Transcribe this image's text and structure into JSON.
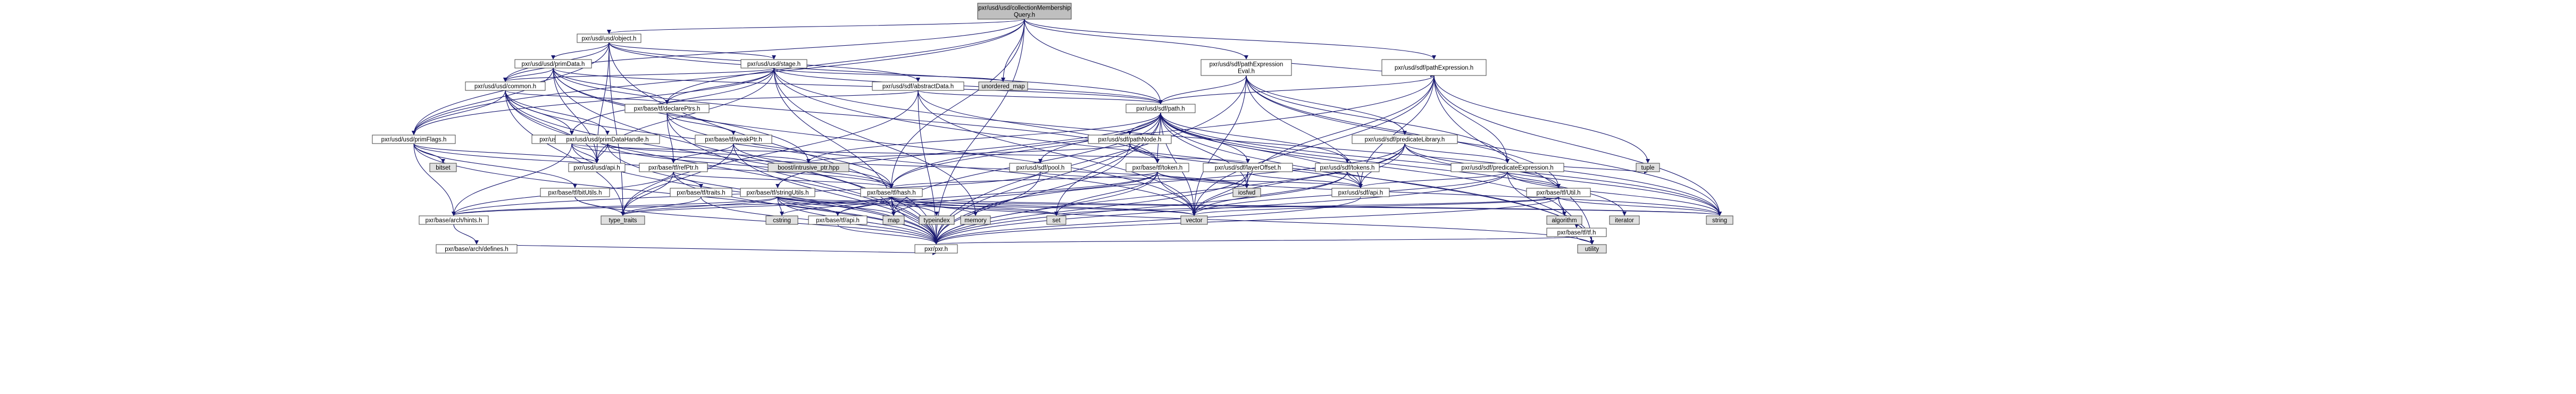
{
  "graph": {
    "colors": {
      "edge": "#191970",
      "root_fill": "#bfbfbf",
      "node_fill": "#ffffff",
      "system_fill": "#e0e0e0",
      "link_text": "#000000",
      "border": "#404040",
      "red_border": "#ff0000"
    },
    "nodes": [
      {
        "id": "root",
        "label": [
          "pxr/usd/usd/collectionMembership",
          "Query.h"
        ],
        "kind": "root"
      },
      {
        "id": "usd_object",
        "label": [
          "pxr/usd/usd/object.h"
        ],
        "kind": "normal"
      },
      {
        "id": "usd_primData",
        "label": [
          "pxr/usd/usd/primData.h"
        ],
        "kind": "red"
      },
      {
        "id": "usd_stage",
        "label": [
          "pxr/usd/usd/stage.h"
        ],
        "kind": "red"
      },
      {
        "id": "sdf_pathExprEval",
        "label": [
          "pxr/usd/sdf/pathExpression",
          "Eval.h"
        ],
        "kind": "red"
      },
      {
        "id": "sdf_pathExpr",
        "label": [
          "pxr/usd/sdf/pathExpression.h"
        ],
        "kind": "normal"
      },
      {
        "id": "usd_common",
        "label": [
          "pxr/usd/usd/common.h"
        ],
        "kind": "normal"
      },
      {
        "id": "sdf_abstractData",
        "label": [
          "pxr/usd/sdf/abstractData.h"
        ],
        "kind": "red"
      },
      {
        "id": "unordered_map",
        "label": [
          "unordered_map"
        ],
        "kind": "system"
      },
      {
        "id": "sdf_path",
        "label": [
          "pxr/usd/sdf/path.h"
        ],
        "kind": "normal"
      },
      {
        "id": "sdf_declarePtrs",
        "label": [
          "pxr/base/tf/declarePtrs.h"
        ],
        "kind": "normal"
      },
      {
        "id": "usd_primFlags",
        "label": [
          "pxr/usd/usd/primFlags.h"
        ],
        "kind": "normal"
      },
      {
        "id": "usd_timeCode",
        "label": [
          "pxr/usd/usd/timeCode.h"
        ],
        "kind": "red"
      },
      {
        "id": "usd_primDataHandle",
        "label": [
          "pxr/usd/usd/primDataHandle.h"
        ],
        "kind": "normal"
      },
      {
        "id": "tf_weakPtr",
        "label": [
          "pxr/base/tf/weakPtr.h"
        ],
        "kind": "red"
      },
      {
        "id": "sdf_pathNode",
        "label": [
          "pxr/usd/sdf/pathNode.h"
        ],
        "kind": "red"
      },
      {
        "id": "sdf_predicateLib",
        "label": [
          "pxr/usd/sdf/predicateLibrary.h"
        ],
        "kind": "red"
      },
      {
        "id": "bitset",
        "label": [
          "bitset"
        ],
        "kind": "system"
      },
      {
        "id": "usd_api",
        "label": [
          "pxr/usd/usd/api.h"
        ],
        "kind": "normal"
      },
      {
        "id": "boost_intrusive",
        "label": [
          "boost/intrusive_ptr.hpp"
        ],
        "kind": "system"
      },
      {
        "id": "tf_refPtr",
        "label": [
          "pxr/base/tf/refPtr.h"
        ],
        "kind": "red"
      },
      {
        "id": "sdf_pool",
        "label": [
          "pxr/usd/sdf/pool.h"
        ],
        "kind": "red"
      },
      {
        "id": "tf_token",
        "label": [
          "pxr/base/tf/token.h"
        ],
        "kind": "red"
      },
      {
        "id": "sdf_layerOffset",
        "label": [
          "pxr/usd/sdf/layerOffset.h"
        ],
        "kind": "normal"
      },
      {
        "id": "sdf_tokens",
        "label": [
          "pxr/usd/sdf/tokens.h"
        ],
        "kind": "red"
      },
      {
        "id": "sdf_predicateExpr",
        "label": [
          "pxr/usd/sdf/predicateExpression.h"
        ],
        "kind": "red"
      },
      {
        "id": "tf_bitUtils",
        "label": [
          "pxr/base/tf/bitUtils.h"
        ],
        "kind": "red"
      },
      {
        "id": "tf_traits",
        "label": [
          "pxr/base/tf/traits.h"
        ],
        "kind": "red"
      },
      {
        "id": "tf_stringUtils",
        "label": [
          "pxr/base/tf/stringUtils.h"
        ],
        "kind": "red"
      },
      {
        "id": "tf_hash",
        "label": [
          "pxr/base/tf/hash.h"
        ],
        "kind": "normal"
      },
      {
        "id": "iosfwd",
        "label": [
          "iosfwd"
        ],
        "kind": "system"
      },
      {
        "id": "sdf_api",
        "label": [
          "pxr/usd/sdf/api.h"
        ],
        "kind": "normal"
      },
      {
        "id": "tuple",
        "label": [
          "tuple"
        ],
        "kind": "system"
      },
      {
        "id": "tf_tf",
        "label": [
          "pxr/base/tf/Util.h"
        ],
        "kind": "red"
      },
      {
        "id": "arch_hints",
        "label": [
          "pxr/base/arch/hints.h"
        ],
        "kind": "normal"
      },
      {
        "id": "type_traits",
        "label": [
          "type_traits"
        ],
        "kind": "system"
      },
      {
        "id": "cstring",
        "label": [
          "cstring"
        ],
        "kind": "system"
      },
      {
        "id": "tf_tfh",
        "label": [
          "pxr/base/tf/api.h"
        ],
        "kind": "red"
      },
      {
        "id": "map",
        "label": [
          "map"
        ],
        "kind": "system"
      },
      {
        "id": "typeindex",
        "label": [
          "typeindex"
        ],
        "kind": "system"
      },
      {
        "id": "memory",
        "label": [
          "memory"
        ],
        "kind": "system"
      },
      {
        "id": "set",
        "label": [
          "set"
        ],
        "kind": "system"
      },
      {
        "id": "vector",
        "label": [
          "vector"
        ],
        "kind": "system"
      },
      {
        "id": "algorithm",
        "label": [
          "algorithm"
        ],
        "kind": "system"
      },
      {
        "id": "iterator",
        "label": [
          "iterator"
        ],
        "kind": "system"
      },
      {
        "id": "tf_tfdot",
        "label": [
          "pxr/base/tf/tf.h"
        ],
        "kind": "red"
      },
      {
        "id": "string",
        "label": [
          "string"
        ],
        "kind": "system"
      },
      {
        "id": "arch_defines",
        "label": [
          "pxr/base/arch/defines.h"
        ],
        "kind": "normal"
      },
      {
        "id": "pxr_h",
        "label": [
          "pxr/pxr.h"
        ],
        "kind": "normal"
      },
      {
        "id": "utility",
        "label": [
          "utility"
        ],
        "kind": "system"
      }
    ],
    "edges": [
      [
        "root",
        "usd_object"
      ],
      [
        "root",
        "sdf_pathExprEval"
      ],
      [
        "root",
        "sdf_pathExpr"
      ],
      [
        "root",
        "usd_common"
      ],
      [
        "root",
        "sdf_path"
      ],
      [
        "root",
        "unordered_map"
      ],
      [
        "root",
        "pxr_h"
      ],
      [
        "root",
        "sdf_declarePtrs"
      ],
      [
        "root",
        "usd_primFlags"
      ],
      [
        "root",
        "tf_hash"
      ],
      [
        "usd_object",
        "usd_primData"
      ],
      [
        "usd_object",
        "usd_stage"
      ],
      [
        "usd_object",
        "usd_common"
      ],
      [
        "usd_object",
        "sdf_abstractData"
      ],
      [
        "usd_object",
        "sdf_path"
      ],
      [
        "usd_object",
        "usd_api"
      ],
      [
        "usd_object",
        "pxr_h"
      ],
      [
        "usd_object",
        "type_traits"
      ],
      [
        "usd_object",
        "usd_primFlags"
      ],
      [
        "usd_primData",
        "usd_common"
      ],
      [
        "usd_primData",
        "sdf_path"
      ],
      [
        "usd_primData",
        "usd_primFlags"
      ],
      [
        "usd_primData",
        "sdf_declarePtrs"
      ],
      [
        "usd_primData",
        "usd_api"
      ],
      [
        "usd_primData",
        "boost_intrusive"
      ],
      [
        "usd_primData",
        "tf_token"
      ],
      [
        "usd_primData",
        "vector"
      ],
      [
        "usd_primData",
        "pxr_h"
      ],
      [
        "usd_stage",
        "usd_common"
      ],
      [
        "usd_stage",
        "sdf_path"
      ],
      [
        "usd_stage",
        "sdf_declarePtrs"
      ],
      [
        "usd_stage",
        "usd_primFlags"
      ],
      [
        "usd_stage",
        "usd_api"
      ],
      [
        "usd_stage",
        "unordered_map"
      ],
      [
        "usd_stage",
        "string"
      ],
      [
        "usd_stage",
        "memory"
      ],
      [
        "usd_stage",
        "map"
      ],
      [
        "usd_stage",
        "utility"
      ],
      [
        "usd_stage",
        "usd_timeCode"
      ],
      [
        "sdf_pathExprEval",
        "sdf_pathExpr"
      ],
      [
        "sdf_pathExprEval",
        "sdf_path"
      ],
      [
        "sdf_pathExprEval",
        "sdf_predicateLib"
      ],
      [
        "sdf_pathExprEval",
        "sdf_predicateExpr"
      ],
      [
        "sdf_pathExprEval",
        "sdf_api"
      ],
      [
        "sdf_pathExprEval",
        "tf_tf"
      ],
      [
        "sdf_pathExprEval",
        "vector"
      ],
      [
        "sdf_pathExprEval",
        "string"
      ],
      [
        "sdf_pathExprEval",
        "pxr_h"
      ],
      [
        "sdf_pathExpr",
        "sdf_path"
      ],
      [
        "sdf_pathExpr",
        "sdf_predicateExpr"
      ],
      [
        "sdf_pathExpr",
        "sdf_api"
      ],
      [
        "sdf_pathExpr",
        "tuple"
      ],
      [
        "sdf_pathExpr",
        "string"
      ],
      [
        "sdf_pathExpr",
        "vector"
      ],
      [
        "sdf_pathExpr",
        "iosfwd"
      ],
      [
        "sdf_pathExpr",
        "utility"
      ],
      [
        "sdf_pathExpr",
        "tf_hash"
      ],
      [
        "usd_common",
        "usd_api"
      ],
      [
        "usd_common",
        "sdf_declarePtrs"
      ],
      [
        "usd_common",
        "usd_timeCode"
      ],
      [
        "usd_common",
        "usd_primDataHandle"
      ],
      [
        "usd_common",
        "usd_primFlags"
      ],
      [
        "usd_common",
        "tf_hash"
      ],
      [
        "usd_common",
        "type_traits"
      ],
      [
        "usd_common",
        "map"
      ],
      [
        "usd_common",
        "pxr_h"
      ],
      [
        "sdf_abstractData",
        "sdf_path"
      ],
      [
        "sdf_abstractData",
        "sdf_declarePtrs"
      ],
      [
        "sdf_abstractData",
        "tf_token"
      ],
      [
        "sdf_abstractData",
        "vector"
      ],
      [
        "sdf_abstractData",
        "pxr_h"
      ],
      [
        "sdf_abstractData",
        "type_traits"
      ],
      [
        "sdf_path",
        "sdf_pathNode"
      ],
      [
        "sdf_path",
        "sdf_pool"
      ],
      [
        "sdf_path",
        "sdf_tokens"
      ],
      [
        "sdf_path",
        "sdf_api"
      ],
      [
        "sdf_path",
        "tf_token"
      ],
      [
        "sdf_path",
        "tf_stringUtils"
      ],
      [
        "sdf_path",
        "boost_intrusive"
      ],
      [
        "sdf_path",
        "set"
      ],
      [
        "sdf_path",
        "vector"
      ],
      [
        "sdf_path",
        "string"
      ],
      [
        "sdf_path",
        "iosfwd"
      ],
      [
        "sdf_path",
        "algorithm"
      ],
      [
        "sdf_path",
        "iterator"
      ],
      [
        "sdf_path",
        "utility"
      ],
      [
        "sdf_path",
        "map"
      ],
      [
        "sdf_path",
        "pxr_h"
      ],
      [
        "sdf_path",
        "sdf_layerOffset"
      ],
      [
        "sdf_path",
        "tf_hash"
      ],
      [
        "sdf_declarePtrs",
        "tf_weakPtr"
      ],
      [
        "sdf_declarePtrs",
        "tf_refPtr"
      ],
      [
        "sdf_declarePtrs",
        "vector"
      ],
      [
        "sdf_declarePtrs",
        "pxr_h"
      ],
      [
        "usd_primFlags",
        "usd_api"
      ],
      [
        "usd_primFlags",
        "tf_bitUtils"
      ],
      [
        "usd_primFlags",
        "tf_hash"
      ],
      [
        "usd_primFlags",
        "bitset"
      ],
      [
        "usd_primFlags",
        "pxr_h"
      ],
      [
        "usd_primFlags",
        "arch_hints"
      ],
      [
        "usd_timeCode",
        "usd_api"
      ],
      [
        "usd_timeCode",
        "sdf_layerOffset"
      ],
      [
        "usd_timeCode",
        "pxr_h"
      ],
      [
        "usd_timeCode",
        "arch_hints"
      ],
      [
        "usd_timeCode",
        "iosfwd"
      ],
      [
        "usd_primDataHandle",
        "usd_api"
      ],
      [
        "usd_primDataHandle",
        "boost_intrusive"
      ],
      [
        "usd_primDataHandle",
        "tf_hash"
      ],
      [
        "usd_primDataHandle",
        "pxr_h"
      ],
      [
        "tf_weakPtr",
        "tf_refPtr"
      ],
      [
        "tf_weakPtr",
        "tf_hash"
      ],
      [
        "tf_weakPtr",
        "pxr_h"
      ],
      [
        "tf_weakPtr",
        "type_traits"
      ],
      [
        "sdf_pathNode",
        "tf_token"
      ],
      [
        "sdf_pathNode",
        "sdf_api"
      ],
      [
        "sdf_pathNode",
        "pxr_h"
      ],
      [
        "sdf_pathNode",
        "boost_intrusive"
      ],
      [
        "sdf_predicateLib",
        "sdf_predicateExpr"
      ],
      [
        "sdf_predicateLib",
        "sdf_api"
      ],
      [
        "sdf_predicateLib",
        "tf_tf"
      ],
      [
        "sdf_predicateLib",
        "vector"
      ],
      [
        "sdf_predicateLib",
        "string"
      ],
      [
        "sdf_predicateLib",
        "memory"
      ],
      [
        "sdf_predicateLib",
        "pxr_h"
      ],
      [
        "tf_refPtr",
        "tf_hash"
      ],
      [
        "tf_refPtr",
        "tf_traits"
      ],
      [
        "tf_refPtr",
        "arch_hints"
      ],
      [
        "tf_refPtr",
        "type_traits"
      ],
      [
        "tf_refPtr",
        "pxr_h"
      ],
      [
        "sdf_pool",
        "sdf_api"
      ],
      [
        "sdf_pool",
        "pxr_h"
      ],
      [
        "sdf_pool",
        "arch_hints"
      ],
      [
        "tf_token",
        "tf_hash"
      ],
      [
        "tf_token",
        "tf_tfh"
      ],
      [
        "tf_token",
        "iosfwd"
      ],
      [
        "tf_token",
        "set"
      ],
      [
        "tf_token",
        "vector"
      ],
      [
        "tf_token",
        "string"
      ],
      [
        "tf_token",
        "map"
      ],
      [
        "tf_token",
        "pxr_h"
      ],
      [
        "sdf_layerOffset",
        "sdf_api"
      ],
      [
        "sdf_layerOffset",
        "iosfwd"
      ],
      [
        "sdf_layerOffset",
        "vector"
      ],
      [
        "sdf_layerOffset",
        "pxr_h"
      ],
      [
        "sdf_tokens",
        "sdf_api"
      ],
      [
        "sdf_tokens",
        "vector"
      ],
      [
        "sdf_tokens",
        "pxr_h"
      ],
      [
        "sdf_predicateExpr",
        "sdf_api"
      ],
      [
        "sdf_predicateExpr",
        "tf_tf"
      ],
      [
        "sdf_predicateExpr",
        "tuple"
      ],
      [
        "sdf_predicateExpr",
        "string"
      ],
      [
        "sdf_predicateExpr",
        "vector"
      ],
      [
        "sdf_predicateExpr",
        "utility"
      ],
      [
        "sdf_predicateExpr",
        "pxr_h"
      ],
      [
        "tf_bitUtils",
        "type_traits"
      ],
      [
        "tf_bitUtils",
        "pxr_h"
      ],
      [
        "tf_traits",
        "type_traits"
      ],
      [
        "tf_traits",
        "pxr_h"
      ],
      [
        "tf_stringUtils",
        "tf_tfh"
      ],
      [
        "tf_stringUtils",
        "arch_hints"
      ],
      [
        "tf_stringUtils",
        "cstring"
      ],
      [
        "tf_stringUtils",
        "set"
      ],
      [
        "tf_stringUtils",
        "string"
      ],
      [
        "tf_stringUtils",
        "vector"
      ],
      [
        "tf_stringUtils",
        "map"
      ],
      [
        "tf_stringUtils",
        "type_traits"
      ],
      [
        "tf_stringUtils",
        "pxr_h"
      ],
      [
        "tf_hash",
        "tf_tfh"
      ],
      [
        "tf_hash",
        "arch_hints"
      ],
      [
        "tf_hash",
        "cstring"
      ],
      [
        "tf_hash",
        "map"
      ],
      [
        "tf_hash",
        "typeindex"
      ],
      [
        "tf_hash",
        "memory"
      ],
      [
        "tf_hash",
        "set"
      ],
      [
        "tf_hash",
        "vector"
      ],
      [
        "tf_hash",
        "string"
      ],
      [
        "tf_hash",
        "utility"
      ],
      [
        "tf_hash",
        "type_traits"
      ],
      [
        "tf_hash",
        "pxr_h"
      ],
      [
        "sdf_api",
        "pxr_h"
      ],
      [
        "tf_tf",
        "tf_tfdot"
      ],
      [
        "tf_tf",
        "algorithm"
      ],
      [
        "tf_tf",
        "string"
      ],
      [
        "tf_tf",
        "vector"
      ],
      [
        "tf_tf",
        "pxr_h"
      ],
      [
        "tf_tf",
        "set"
      ],
      [
        "arch_hints",
        "arch_defines"
      ],
      [
        "tf_tfh",
        "pxr_h"
      ],
      [
        "tf_tfdot",
        "pxr_h"
      ],
      [
        "tf_tfdot",
        "utility"
      ],
      [
        "arch_defines",
        "pxr_h"
      ]
    ]
  }
}
